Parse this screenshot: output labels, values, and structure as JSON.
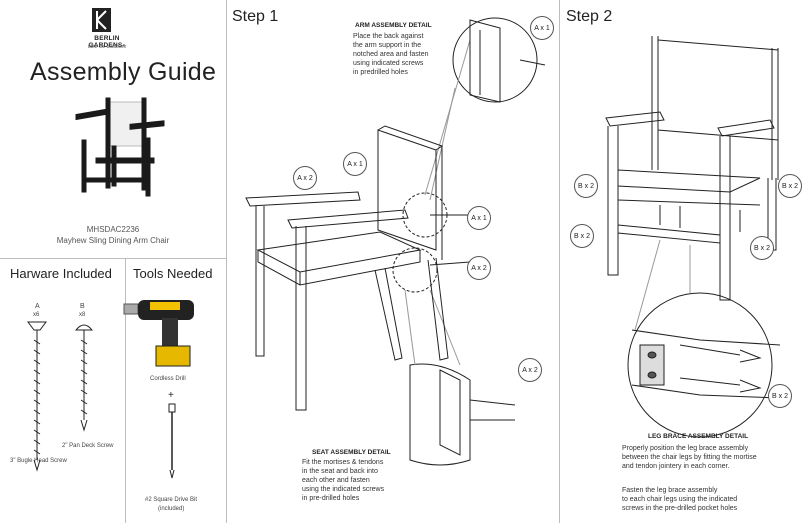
{
  "brand": {
    "name": "BERLIN GARDENS",
    "reg": "®",
    "tagline": "take life outdoors"
  },
  "title": "Assembly Guide",
  "product": {
    "code": "MHSDAC2236",
    "name": "Mayhew Sling Dining Arm Chair"
  },
  "hardware": {
    "heading": "Harware Included",
    "items": [
      {
        "letter": "A",
        "qty": "x6",
        "name": "3\" Bugle Head Screw"
      },
      {
        "letter": "B",
        "qty": "x8",
        "name": "2\" Pan Deck Screw"
      }
    ]
  },
  "tools": {
    "heading": "Tools Needed",
    "drill": "Cordless Drill",
    "plus": "+",
    "bit_line1": "#2 Square Drive Bit",
    "bit_line2": "(included)"
  },
  "step1": {
    "title": "Step 1",
    "arm_detail": {
      "title": "ARM ASSEMBLY DETAIL",
      "lines": [
        "Place the back against",
        "the arm support in the",
        "notched area and fasten",
        "using indicated screws",
        "in predrilled holes"
      ]
    },
    "seat_detail": {
      "title": "SEAT ASSEMBLY DETAIL",
      "lines": [
        "Fit the mortises & tendons",
        "in the seat and back into",
        "each other and fasten",
        "using the indicated screws",
        "in pre-drilled holes"
      ]
    },
    "callouts": [
      "A x 1",
      "A x 2",
      "A x 1",
      "A x 1",
      "A x 2",
      "A x 2"
    ]
  },
  "step2": {
    "title": "Step 2",
    "callouts": [
      "B x 2",
      "B x 2",
      "B x 2",
      "B x 2",
      "B x 2"
    ],
    "leg_detail": {
      "title": "LEG BRACE ASSEMBLY DETAIL",
      "para1": [
        "Properly position the leg brace assembly",
        "between the chair legs by fitting the mortise",
        "and tendon jointery in each corner."
      ],
      "para2": [
        "Fasten the leg brace assembly",
        "to each chair legs using the indicated",
        "screws in the pre-drilled pocket holes"
      ]
    }
  }
}
